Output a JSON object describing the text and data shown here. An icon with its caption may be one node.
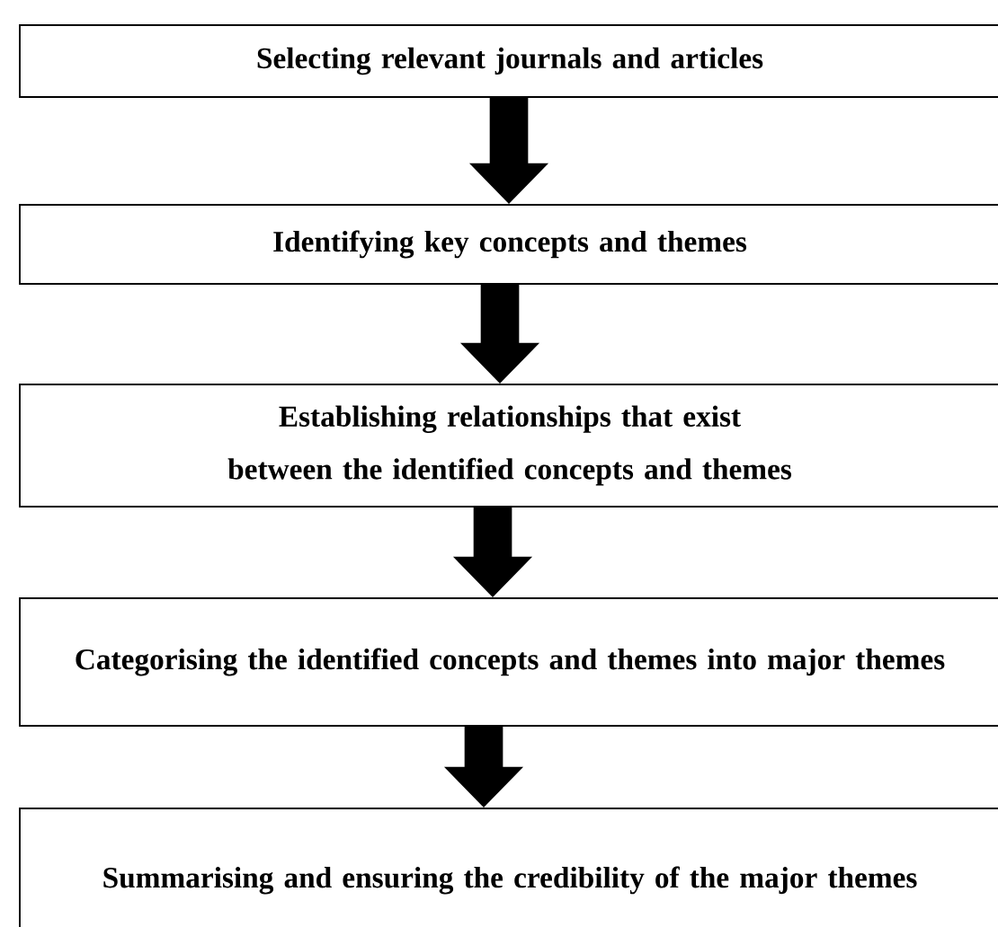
{
  "diagram": {
    "nodes": [
      {
        "text": [
          "Selecting relevant journals and articles"
        ]
      },
      {
        "text": [
          "Identifying key concepts and themes"
        ]
      },
      {
        "text": [
          "Establishing relationships that exist between the identified concepts and themes"
        ]
      },
      {
        "text": [
          "Categorising the identified concepts and themes into major themes"
        ]
      },
      {
        "text": [
          "Summarising and ensuring the credibility of the major themes"
        ]
      }
    ],
    "edges": [
      {
        "from": 0,
        "to": 1,
        "arrow": "to"
      },
      {
        "from": 1,
        "to": 2,
        "arrow": "to"
      },
      {
        "from": 2,
        "to": 3,
        "arrow": "to"
      },
      {
        "from": 3,
        "to": 4,
        "arrow": "to"
      }
    ]
  }
}
